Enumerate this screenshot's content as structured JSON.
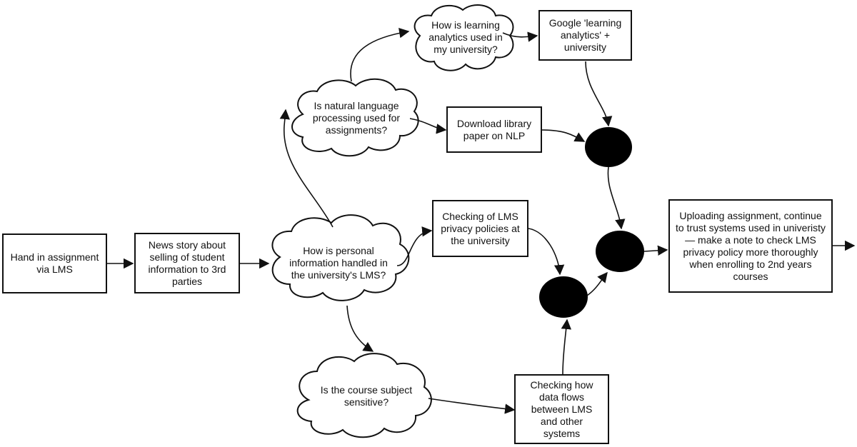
{
  "boxes": {
    "hand_in": "Hand in assignment via LMS",
    "news_story": "News story about selling of student information to 3rd parties",
    "google": "Google 'learning analytics' + university",
    "download": "Download library paper on NLP",
    "checking_policies": "Checking of LMS privacy policies at the university",
    "checking_flows": "Checking how data flows between LMS and other systems",
    "uploading": "Uploading assignment, continue to trust systems used in univeristy — make a note to check LMS privacy policy more thoroughly when enrolling to 2nd years courses"
  },
  "clouds": {
    "personal_info": "How is personal information handled in the university's LMS?",
    "nlp": "Is natural language processing used for assignments?",
    "analytics": "How is learning analytics used in my university?",
    "sensitive": "Is the course subject sensitive?"
  }
}
